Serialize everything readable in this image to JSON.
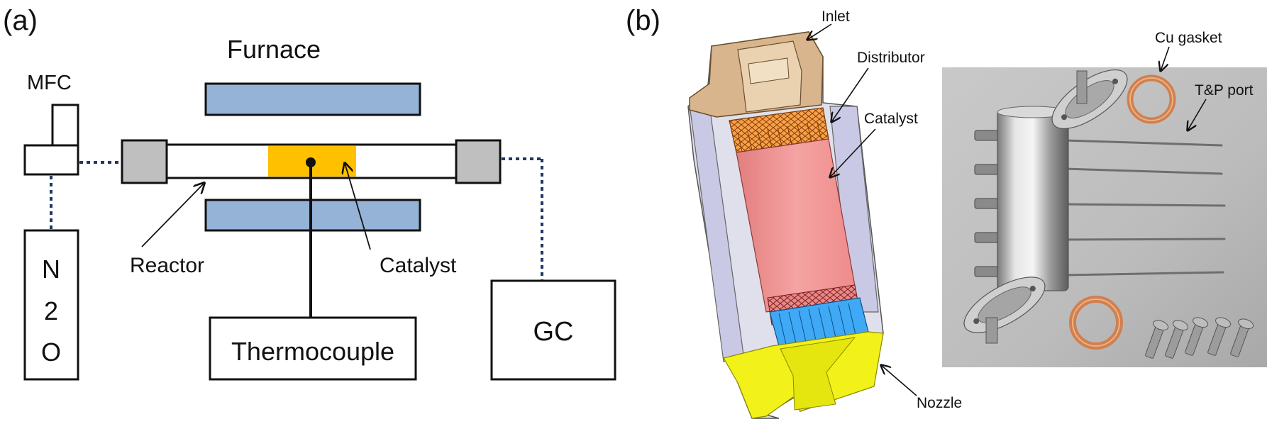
{
  "panel_a": {
    "label": "(a)",
    "furnace": "Furnace",
    "mfc": "MFC",
    "n2o": [
      "N",
      "2",
      "O"
    ],
    "reactor": "Reactor",
    "catalyst": "Catalyst",
    "thermocouple": "Thermocouple",
    "gc": "GC"
  },
  "panel_b": {
    "label": "(b)",
    "inlet": "Inlet",
    "distributor": "Distributor",
    "catalyst": "Catalyst",
    "nozzle": "Nozzle",
    "cu_gasket": "Cu gasket",
    "tp_port": "T&P port"
  },
  "colors": {
    "furnace": "#95b3d7",
    "catalyst_bed": "#ffc000",
    "fitting": "#bfbfbf",
    "dotted_line": "#1f3864",
    "inlet_body": "#d8b58c",
    "wall": "#c9c9e6",
    "catalyst_3d": "#f08c8c",
    "distributor": "#f28c28",
    "lower_distributor": "#3fa9f5",
    "nozzle": "#f2f21a",
    "photo_bg": "#c8c8c8",
    "copper": "#d08050"
  }
}
